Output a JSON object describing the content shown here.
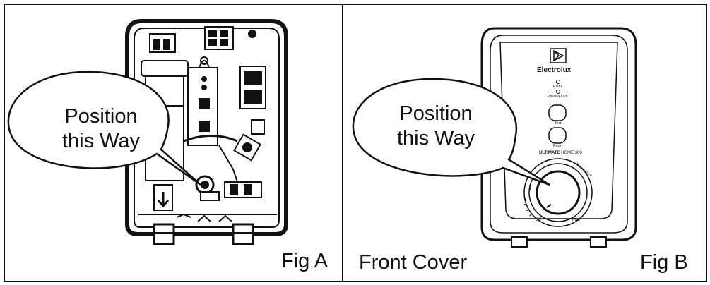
{
  "fig_a": {
    "bubble_line1": "Position",
    "bubble_line2": "this Way",
    "caption": "Fig A"
  },
  "fig_b": {
    "bubble_line1": "Position",
    "bubble_line2": "this Way",
    "front_cover_label": "Front Cover",
    "caption": "Fig B",
    "brand": "Electrolux",
    "earth_label": "Earth",
    "power_label": "Power/ELCB",
    "test_label": "Test",
    "reset_label": "Reset",
    "model_bold": "ULTIMATE",
    "model_rest": "HOME 300",
    "dial_label": "Temperature",
    "off_label": "Off",
    "max_label": "Max"
  }
}
